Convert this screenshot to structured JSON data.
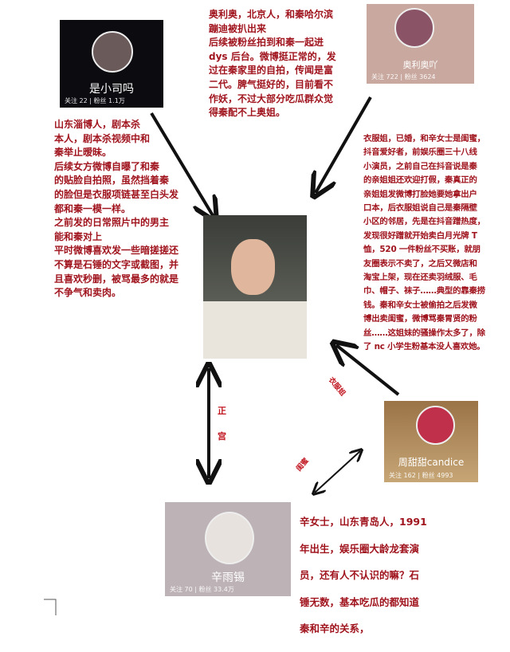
{
  "profiles": [
    {
      "name": "是小司吗",
      "follow": "关注 22",
      "fans": "粉丝 1.1万"
    },
    {
      "name": "奥利奥吖",
      "follow": "关注 722",
      "fans": "粉丝 3624"
    },
    {
      "name": "周甜甜candice",
      "follow": "关注 162",
      "fans": "粉丝 4993"
    },
    {
      "name": "辛雨锡",
      "follow": "关注 70",
      "fans": "粉丝 33.4万"
    }
  ],
  "texts": {
    "aolio": "奥利奥，北京人，和秦哈尔滨\n蹦迪被扒出来\n后续被粉丝拍到和秦一起进\ndys 后台。微博挺正常的，发\n过在秦家里的自拍，传闻是富\n二代。脾气挺好的，目前看不\n作妖，不过大部分吃瓜群众觉\n得秦配不上奥姐。",
    "xiaosi": "山东淄博人，剧本杀\n本人，剧本杀视频中和\n秦举止暧昧。\n后续女方微博自曝了和秦\n的贴脸自拍照，虽然挡着秦\n的脸但是衣服项链甚至白头发\n都和秦一模一样。\n之前发的日常照片中的男主\n能和秦对上\n平时微博喜欢发一些暗搓搓还\n不算是石锤的文字或截图，并\n且喜欢秒删，被骂最多的就是\n不争气和卖肉。",
    "yifujie": "衣服姐，已婚，和辛女士是闺蜜，\n抖音爱好者，前娱乐圈三十八线\n小演员，之前自己在抖音说是秦\n的亲姐姐还欢迎打假，秦真正的\n亲姐姐发微博打脸她要她拿出户\n口本，后衣服姐说自己是秦隔壁\n小区的邻居，先是在抖音蹭热度，\n发现很好蹭就开始卖白月光牌 T\n恤，520 一件粉丝不买账，就朋\n友圈表示不卖了，之后又微店和\n淘宝上架，现在还卖羽绒服、毛\n巾、帽子、袜子……典型的靠秦捞\n钱。秦和辛女士被偷拍之后发微\n博出卖闺蜜，微博骂秦胃贤的粉\n丝……这姐妹的骚操作太多了，除\n了 nc 小学生粉基本没人喜欢她。",
    "xin": "辛女士，山东青岛人，1991\n年出生，娱乐圈大龄龙套演\n员，还有人不认识的嘛？石\n锤无数，基本吃瓜的都知道\n秦和辛的关系，"
  },
  "labels": {
    "zhenggong": "正宫",
    "yifujie": "衣服姐",
    "guimi": "闺蜜"
  },
  "colors": {
    "text": "#a0141e",
    "arrow": "#111111"
  }
}
